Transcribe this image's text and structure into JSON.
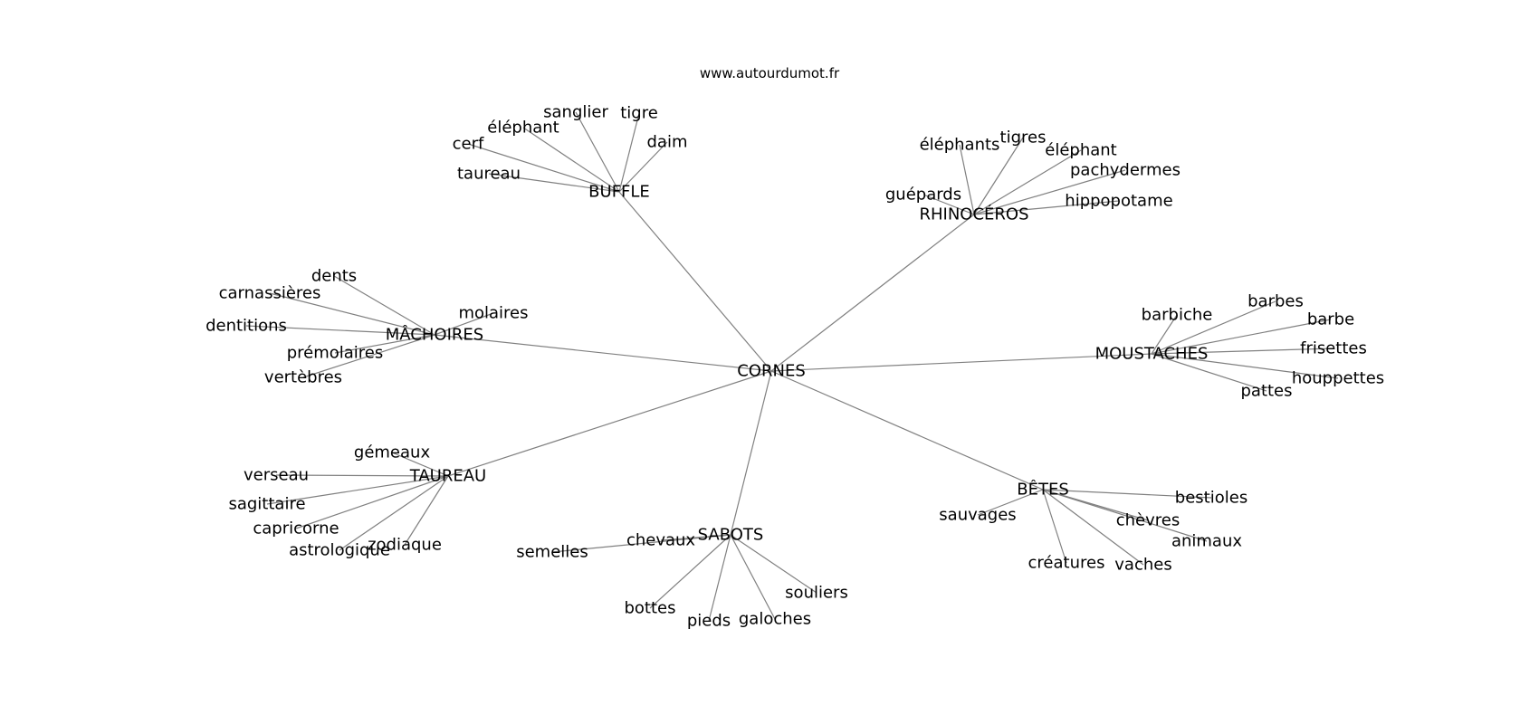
{
  "header": {
    "site": "www.autourdumot.fr"
  },
  "root": "CORNES",
  "groups": [
    {
      "label": "BUFFLE",
      "leaves": [
        "taureau",
        "cerf",
        "éléphant",
        "sanglier",
        "tigre",
        "daim"
      ]
    },
    {
      "label": "RHINOCÉROS",
      "leaves": [
        "guépards",
        "éléphants",
        "tigres",
        "éléphant",
        "pachydermes",
        "hippopotame"
      ]
    },
    {
      "label": "MÂCHOIRES",
      "leaves": [
        "dents",
        "carnassières",
        "dentitions",
        "prémolaires",
        "vertèbres",
        "molaires"
      ]
    },
    {
      "label": "MOUSTACHES",
      "leaves": [
        "barbiche",
        "barbes",
        "barbe",
        "frisettes",
        "houppettes",
        "pattes"
      ]
    },
    {
      "label": "TAUREAU",
      "leaves": [
        "gémeaux",
        "verseau",
        "sagittaire",
        "capricorne",
        "astrologique",
        "zodiaque"
      ]
    },
    {
      "label": "SABOTS",
      "leaves": [
        "chevaux",
        "semelles",
        "bottes",
        "pieds",
        "galoches",
        "souliers"
      ]
    },
    {
      "label": "BÊTES",
      "leaves": [
        "sauvages",
        "bestioles",
        "chèvres",
        "animaux",
        "créatures",
        "vaches"
      ]
    }
  ]
}
